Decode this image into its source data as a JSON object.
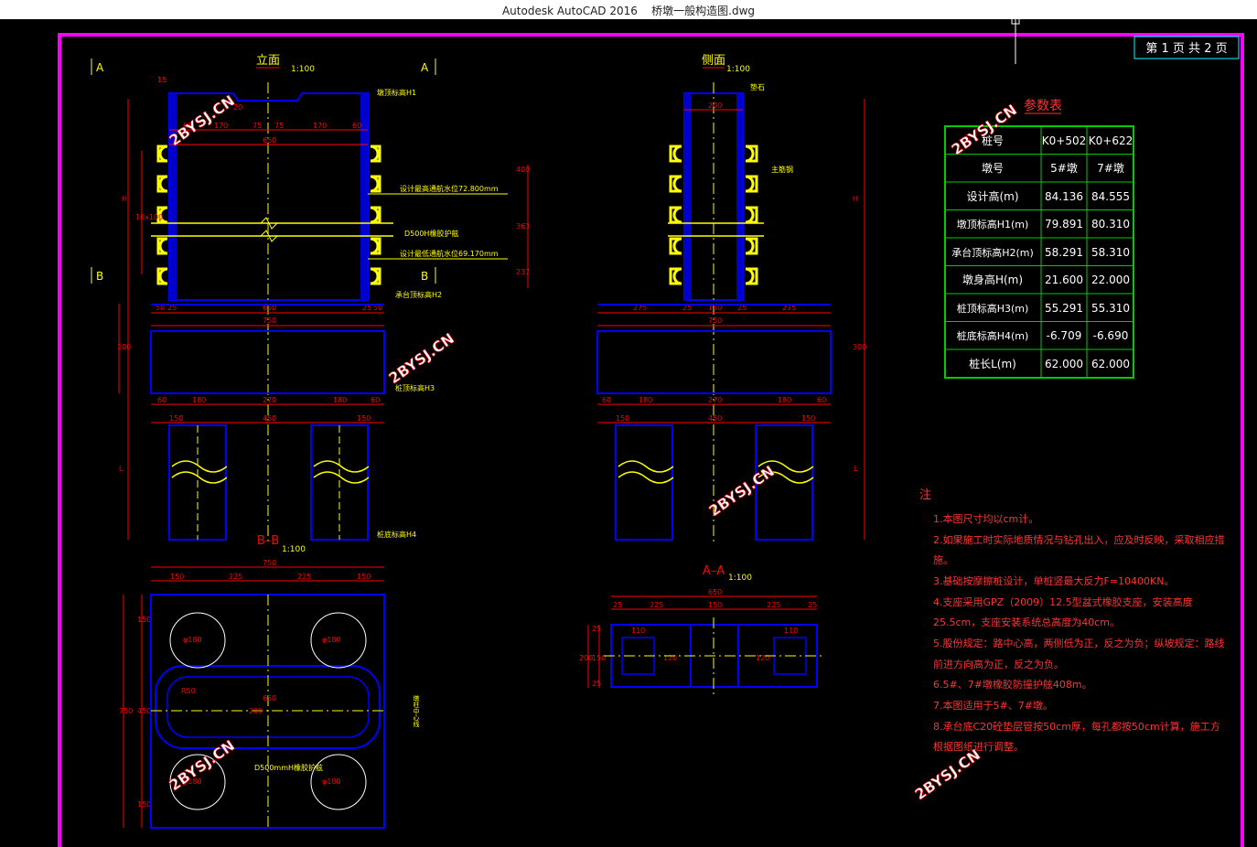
{
  "window": {
    "title": "Autodesk AutoCAD 2016    桥墩一般构造图.dwg",
    "left_stub": "嗵"
  },
  "sheet": {
    "label": "第 1 页   共 2 页"
  },
  "watermark": "2BYSJ.CN",
  "views": {
    "elevation": {
      "title": "立面",
      "scale": "1:100",
      "cut_a": "A",
      "cut_b": "B",
      "labels": {
        "cap_top": "墩顶标高H1",
        "water_high": "设计最高通航水位72.800mm",
        "water_low": "设计最低通航水位69.170mm",
        "casing": "D500H橡胶护舷",
        "pilecap_top": "承台顶标高H2",
        "pile_top": "桩顶标高H3",
        "pile_bottom": "桩底标高H4",
        "H": "H",
        "L": "L",
        "spacing": "10x100"
      },
      "dims": {
        "top": [
          "60",
          "170",
          "75",
          "75",
          "170",
          "60"
        ],
        "top_total": "650",
        "cap_h": "15",
        "head_h": "20",
        "right": [
          "400",
          "363",
          "237"
        ],
        "base_row": [
          "50",
          "25",
          "650",
          "25",
          "50"
        ],
        "base_total": "750",
        "pilecap_h": "300",
        "pile_row1": [
          "60",
          "180",
          "270",
          "180",
          "60"
        ],
        "pile_row2": [
          "150",
          "450",
          "150"
        ]
      }
    },
    "side": {
      "title": "侧面",
      "scale": "1:100",
      "labels": {
        "bearing": "垫石",
        "rebar": "主筋钢",
        "H": "H",
        "L": "L"
      },
      "dims": {
        "top": "200",
        "base_row": [
          "275",
          "25",
          "150",
          "25",
          "275"
        ],
        "base_total": "750",
        "pilecap_h": "300",
        "pile_row1": [
          "60",
          "180",
          "270",
          "180",
          "60"
        ],
        "pile_row2": [
          "150",
          "450",
          "150"
        ]
      }
    },
    "section_bb": {
      "title": "B–B",
      "scale": "1:100",
      "dims": {
        "top": [
          "150",
          "225",
          "225",
          "150"
        ],
        "top_total": "750",
        "left": [
          "150",
          "450",
          "150"
        ],
        "left_total": "750",
        "inner_w": "650",
        "inner_h": "200",
        "radius": "R50",
        "pile_d": "φ180"
      },
      "labels": {
        "casing": "D500mmH橡胶护舷",
        "side_note": "墩柱中心线"
      }
    },
    "section_aa": {
      "title": "A–A",
      "scale": "1:100",
      "dims": {
        "top": "650",
        "row": [
          "25",
          "225",
          "150",
          "225",
          "25"
        ],
        "inner": [
          "110",
          "110"
        ],
        "left": [
          "200",
          "150",
          "25",
          "25"
        ],
        "inner_v": [
          "120",
          "120"
        ]
      }
    }
  },
  "param_table": {
    "title": "参数表",
    "header": [
      "桩号",
      "K0+502",
      "K0+622"
    ],
    "rows": [
      [
        "墩号",
        "5#墩",
        "7#墩"
      ],
      [
        "设计高(m)",
        "84.136",
        "84.555"
      ],
      [
        "墩顶标高H1(m)",
        "79.891",
        "80.310"
      ],
      [
        "承台顶标高H2(m)",
        "58.291",
        "58.310"
      ],
      [
        "墩身高H(m)",
        "21.600",
        "22.000"
      ],
      [
        "桩顶标高H3(m)",
        "55.291",
        "55.310"
      ],
      [
        "桩底标高H4(m)",
        "-6.709",
        "-6.690"
      ],
      [
        "桩长L(m)",
        "62.000",
        "62.000"
      ]
    ]
  },
  "notes": {
    "heading": "注",
    "lines": [
      "1.本图尺寸均以cm计。",
      "2.如果施工时实际地质情况与钻孔出入，应及时反映，采取相应措",
      "施。",
      "3.基础按摩擦桩设计，单桩竖最大反力F=10400KN。",
      "4.支座采用GPZ（2009）12.5型盆式橡胶支座，安装高度",
      "25.5cm，支座安装系统总高度为40cm。",
      "5.股份规定：路中心高，两侧低为正，反之为负；纵坡规定：路线",
      "前进方向高为正，反之为负。",
      "6.5#、7#墩橡胶防撞护舷408m。",
      "7.本图适用于5#、7#墩。",
      "8.承台底C20砼垫层管按50cm厚，每孔都按50cm计算，施工方",
      "根据图纸进行调整。"
    ]
  },
  "colors": {
    "background": "#000000",
    "frame": "#ff00ff",
    "outline": "#0000ff",
    "dims": "#ff0000",
    "centerline": "#ffff00",
    "text": "#ffff00",
    "note_text": "#ff3333",
    "table_grid": "#00cc00",
    "table_text": "#ffffff",
    "watermark": "#ffffff",
    "sheet_box": "#00ffff"
  }
}
